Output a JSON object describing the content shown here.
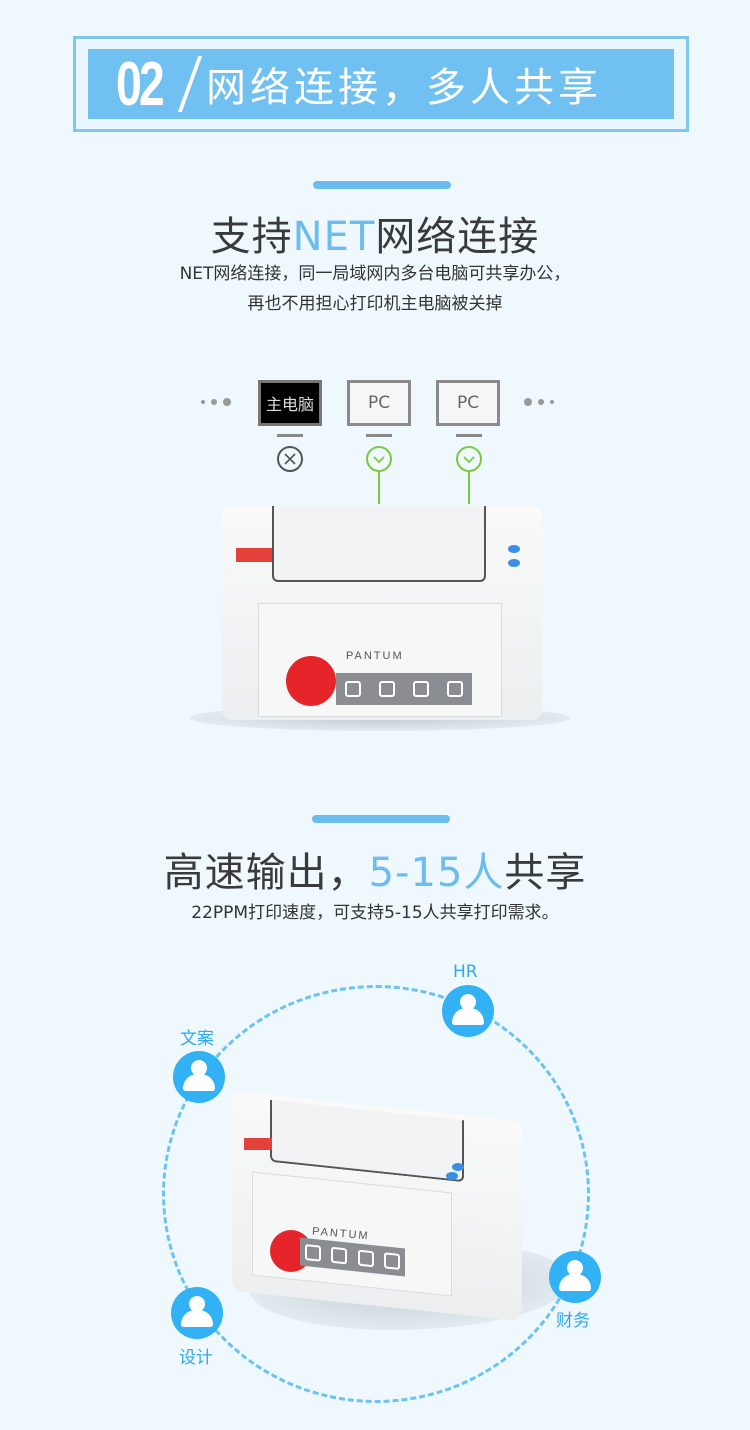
{
  "banner": {
    "number": "02",
    "title": "网络连接，多人共享"
  },
  "section1": {
    "title_pre": "支持",
    "title_highlight": "NET",
    "title_post": "网络连接",
    "desc_line1": "NET网络连接，同一局域网内多台电脑可共享办公，",
    "desc_line2": "再也不用担心打印机主电脑被关掉",
    "computers": [
      {
        "label": "主电脑",
        "status": "offline"
      },
      {
        "label": "PC",
        "status": "connected"
      },
      {
        "label": "PC",
        "status": "connected"
      }
    ],
    "printer_brand": "PANTUM"
  },
  "section2": {
    "title_pre": "高速输出，",
    "title_highlight": "5-15人",
    "title_post": "共享",
    "desc": "22PPM打印速度，可支持5-15人共享打印需求。",
    "printer_brand": "PANTUM",
    "users": [
      {
        "label": "文案"
      },
      {
        "label": "HR"
      },
      {
        "label": "设计"
      },
      {
        "label": "财务"
      }
    ]
  },
  "colors": {
    "accent": "#6cbcf0",
    "ok": "#7ac943",
    "user": "#32b2f4",
    "bg": "#eef8fd"
  }
}
